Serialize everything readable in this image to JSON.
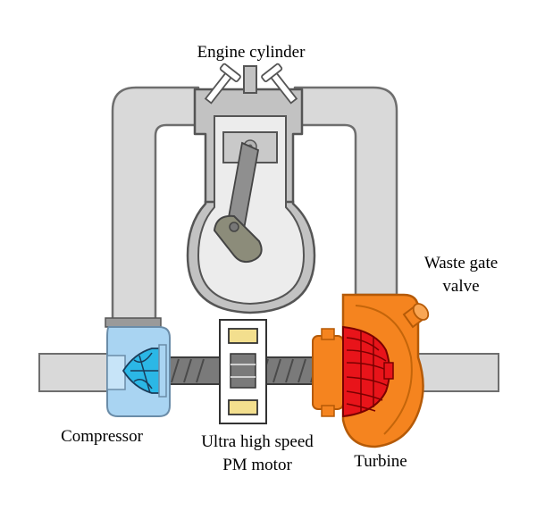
{
  "labels": {
    "engine_cylinder": "Engine cylinder",
    "waste_gate_line1": "Waste gate",
    "waste_gate_line2": "valve",
    "compressor": "Compressor",
    "motor_line1": "Ultra high speed",
    "motor_line2": "PM motor",
    "turbine": "Turbine"
  },
  "colors": {
    "pipe_fill": "#d9d9d9",
    "pipe_stroke": "#6e6e6e",
    "engine_fill": "#c2c2c2",
    "chamber_fill": "#ececec",
    "compressor_housing": "#a9d4f2",
    "compressor_wheel": "#2bb7e6",
    "turbine_housing": "#f5841f",
    "turbine_wheel": "#e8141a",
    "shaft": "#7a7a7a",
    "motor_magnet": "#f3df8e"
  }
}
